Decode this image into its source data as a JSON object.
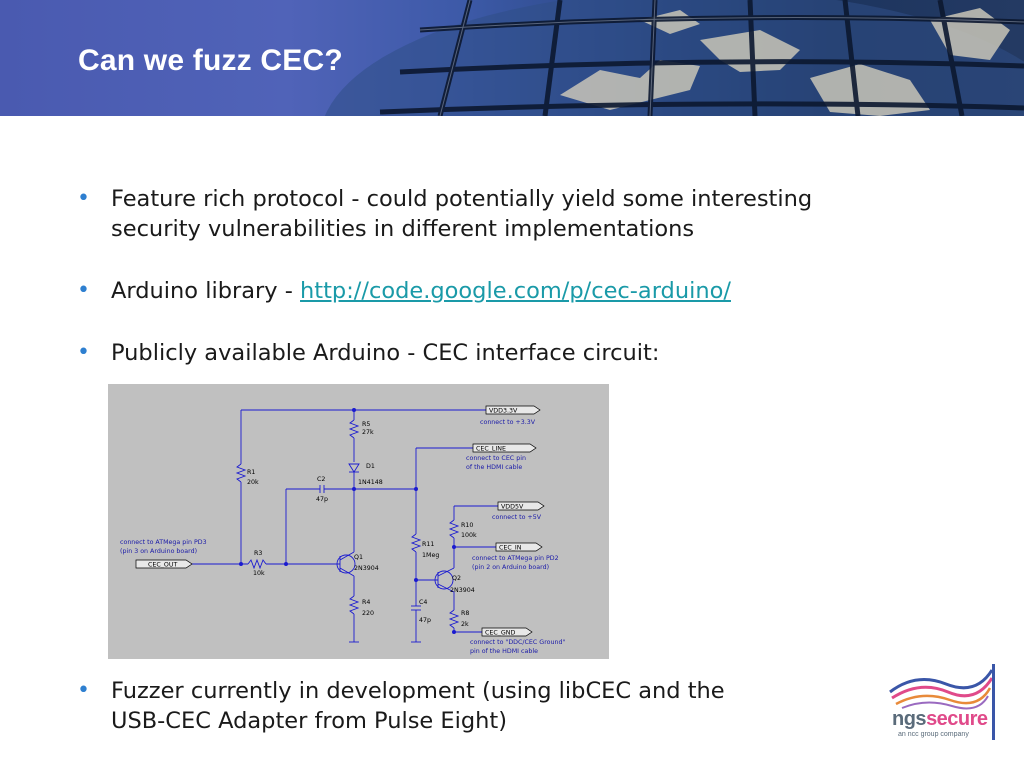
{
  "slide": {
    "title": "Can we fuzz CEC?",
    "bullets": [
      {
        "text": "Feature rich protocol - could potentially yield some interesting security vulnerabilities in different implementations"
      },
      {
        "text": "Arduino library - ",
        "link": "http://code.google.com/p/cec-arduino/"
      },
      {
        "text": "Publicly available Arduino - CEC interface circuit:"
      },
      {
        "text": "Fuzzer currently in development (using libCEC and the USB-CEC Adapter from Pulse Eight)"
      }
    ],
    "bullet_color": "#2e7fd0",
    "link_color": "#1a9aa8"
  },
  "schematic": {
    "ports": {
      "vdd33": "VDD3.3V",
      "cec_line": "CEC_LINE",
      "vdd5": "VDD5V",
      "cec_in": "CEC_IN",
      "cec_gnd": "CEC_GND",
      "cec_out": "CEC_OUT"
    },
    "notes": {
      "vdd33": "connect to +3.3V",
      "cec_line_1": "connect to CEC pin",
      "cec_line_2": "of the HDMI cable",
      "vdd5": "connect to +5V",
      "cec_in_1": "connect to ATMega pin PD2",
      "cec_in_2": "(pin 2 on Arduino board)",
      "gnd_1": "connect to \"DDC/CEC Ground\"",
      "gnd_2": "pin of the HDMI cable",
      "cec_out_1": "connect to ATMega pin PD3",
      "cec_out_2": "(pin 3 on Arduino board)"
    },
    "components": {
      "r5": "R5",
      "r5v": "27k",
      "d1": "D1",
      "d1v": "1N4148",
      "r1": "R1",
      "r1v": "20k",
      "c2": "C2",
      "c2v": "47p",
      "r3": "R3",
      "r3v": "10k",
      "q1": "Q1",
      "q1v": "2N3904",
      "r4": "R4",
      "r4v": "220",
      "r11": "R11",
      "r11v": "1Meg",
      "c4": "C4",
      "c4v": "47p",
      "q2": "Q2",
      "q2v": "2N3904",
      "r10": "R10",
      "r10v": "100k",
      "r8": "R8",
      "r8v": "2k"
    }
  },
  "logo": {
    "name_main": "ngs",
    "name_accent": "secure",
    "tagline": "an ncc group company"
  }
}
